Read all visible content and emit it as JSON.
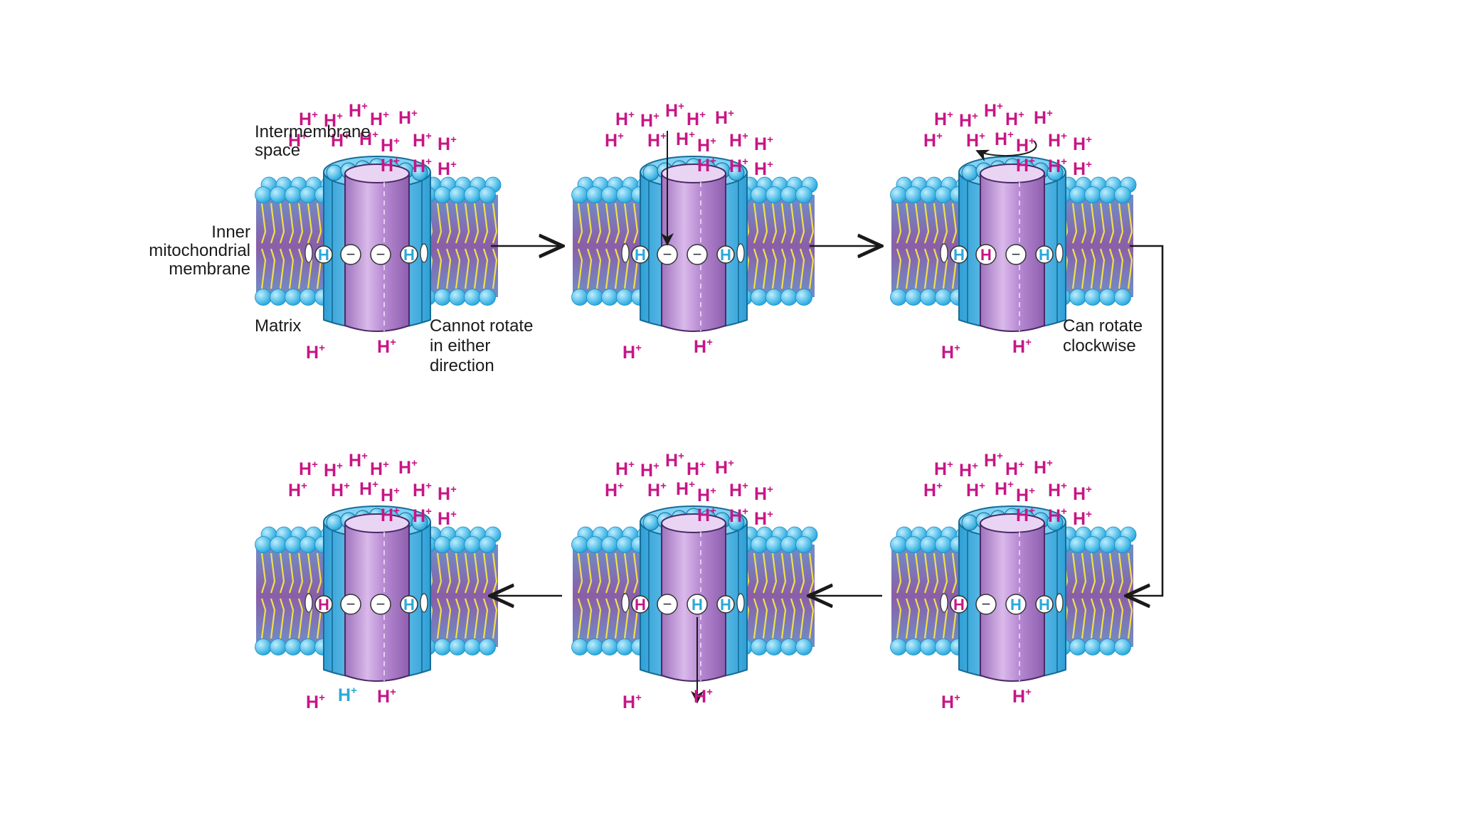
{
  "colors": {
    "proton": "#c71585",
    "proton_released": "#2aa8d8",
    "lipid_head": "#3bb7e6",
    "lipid_tail": "#f0e04a",
    "membrane_core": "#8a5ea8",
    "c_ring": "#5cc2ee",
    "stator": "#b58ad0",
    "arrow": "#1a1a1a"
  },
  "ion": {
    "base": "H",
    "charge": "+"
  },
  "labels": {
    "intermembrane": [
      "Intermembrane",
      "space"
    ],
    "inner_membrane": [
      "Inner",
      "mitochondrial",
      "membrane"
    ],
    "matrix": "Matrix",
    "cannot_rotate": [
      "Cannot rotate",
      "in either",
      "direction"
    ],
    "can_rotate": [
      "Can rotate",
      "clockwise"
    ]
  },
  "panels": [
    {
      "id": "step-1",
      "row": 0,
      "col": 0,
      "sites": [
        "H",
        "-",
        "-",
        "H"
      ],
      "entry_arrow": false,
      "exit_arrow": false,
      "rotation_arrow": false,
      "matrix_released": false
    },
    {
      "id": "step-2",
      "row": 0,
      "col": 1,
      "sites": [
        "H",
        "-",
        "-",
        "H"
      ],
      "entry_arrow": true,
      "exit_arrow": false,
      "rotation_arrow": false,
      "matrix_released": false
    },
    {
      "id": "step-3",
      "row": 0,
      "col": 2,
      "sites": [
        "H",
        "H*",
        "-",
        "H"
      ],
      "entry_arrow": false,
      "exit_arrow": false,
      "rotation_arrow": true,
      "matrix_released": false
    },
    {
      "id": "step-4",
      "row": 1,
      "col": 2,
      "sites": [
        "H*",
        "-",
        "H",
        "H"
      ],
      "entry_arrow": false,
      "exit_arrow": false,
      "rotation_arrow": false,
      "matrix_released": false
    },
    {
      "id": "step-5",
      "row": 1,
      "col": 1,
      "sites": [
        "H*",
        "-",
        "H",
        "H"
      ],
      "entry_arrow": false,
      "exit_arrow": true,
      "rotation_arrow": false,
      "matrix_released": false
    },
    {
      "id": "step-6",
      "row": 1,
      "col": 0,
      "sites": [
        "H*",
        "-",
        "-",
        "H"
      ],
      "entry_arrow": false,
      "exit_arrow": false,
      "rotation_arrow": false,
      "matrix_released": true
    }
  ]
}
